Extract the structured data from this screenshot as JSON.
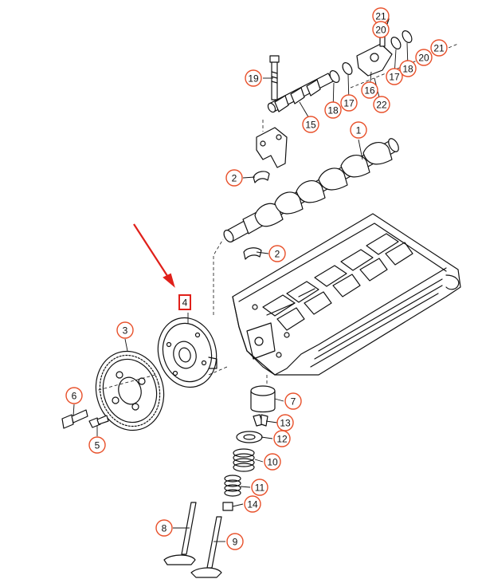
{
  "callouts": [
    {
      "label": "21"
    },
    {
      "label": "20"
    },
    {
      "label": "21"
    },
    {
      "label": "20"
    },
    {
      "label": "19"
    },
    {
      "label": "17"
    },
    {
      "label": "18"
    },
    {
      "label": "16"
    },
    {
      "label": "17"
    },
    {
      "label": "18"
    },
    {
      "label": "22"
    },
    {
      "label": "15"
    },
    {
      "label": "1"
    },
    {
      "label": "2"
    },
    {
      "label": "2"
    },
    {
      "label": "4"
    },
    {
      "label": "3"
    },
    {
      "label": "6"
    },
    {
      "label": "5"
    },
    {
      "label": "7"
    },
    {
      "label": "13"
    },
    {
      "label": "12"
    },
    {
      "label": "10"
    },
    {
      "label": "11"
    },
    {
      "label": "14"
    },
    {
      "label": "8"
    },
    {
      "label": "9"
    }
  ],
  "highlight": {
    "label": "4",
    "color": "#e0201a"
  },
  "colors": {
    "callout_ring": "#e8502a",
    "line": "#111111",
    "arrow": "#e0201a"
  }
}
